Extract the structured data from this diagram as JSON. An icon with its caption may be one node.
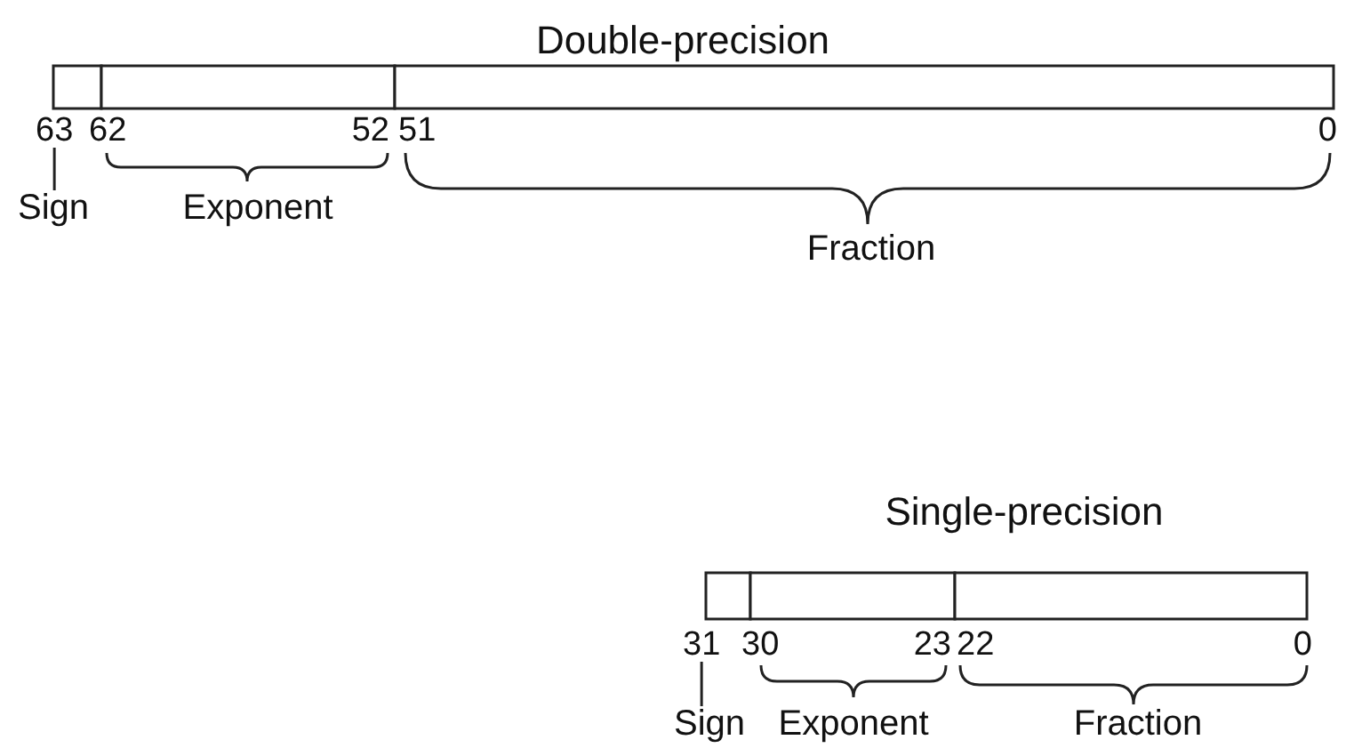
{
  "diagram": {
    "nodes": [
      {
        "text": [
          "63"
        ]
      },
      {
        "text": [
          "Sign"
        ]
      },
      {
        "text": [
          "31"
        ]
      },
      {
        "text": [
          "Sign"
        ]
      }
    ],
    "edges": [
      {
        "from": 1,
        "to": 0,
        "arrow": "none"
      },
      {
        "from": 3,
        "to": 2,
        "arrow": "none"
      }
    ],
    "labels": [
      "Double-precision",
      "62",
      "52",
      "51",
      "0",
      "Exponent",
      "Fraction",
      "Single-precision",
      "30",
      "23",
      "22",
      "0",
      "Exponent",
      "Fraction"
    ]
  }
}
